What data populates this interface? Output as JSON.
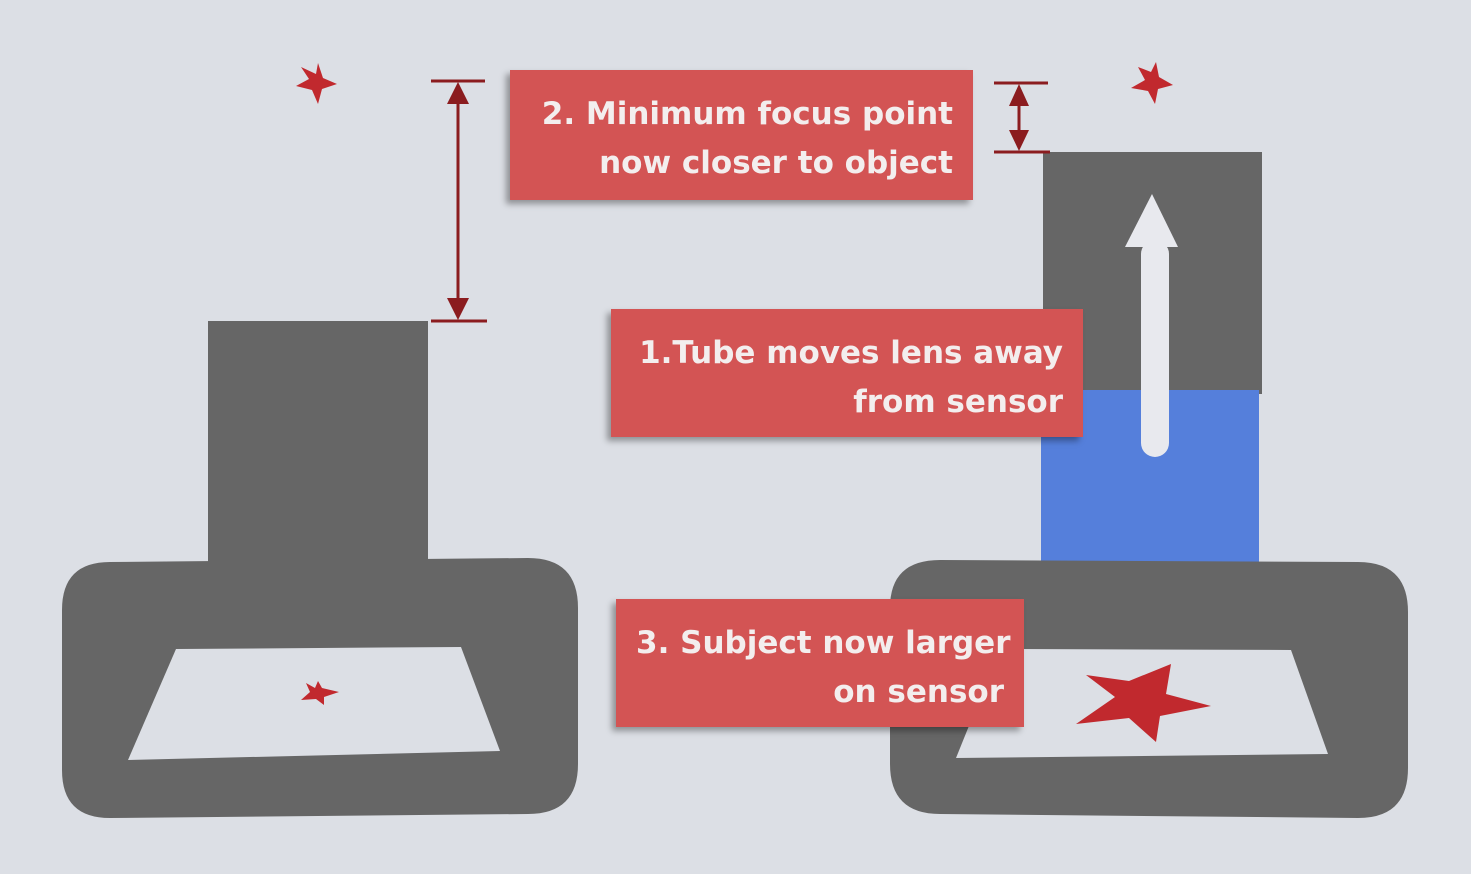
{
  "labels": {
    "min_focus": {
      "line1": "2. Minimum focus point",
      "line2": "now closer to object"
    },
    "tube": {
      "line1": "1.Tube moves lens away",
      "line2": "from sensor"
    },
    "subject": {
      "line1": "3. Subject now larger",
      "line2": "on sensor"
    }
  },
  "colors": {
    "background": "#dcdfe5",
    "camera_gray": "#666666",
    "sensor_light": "#dcdfe5",
    "star_red": "#c1292e",
    "label_red": "#d35454",
    "label_text": "#f3eeee",
    "extension_tube_blue": "#557fdb",
    "arrow_white": "#e8e9ee",
    "dimension_line": "#8b1c1f"
  },
  "icons": {
    "object_star": "star-icon",
    "movement_arrow": "arrow-up-icon"
  }
}
